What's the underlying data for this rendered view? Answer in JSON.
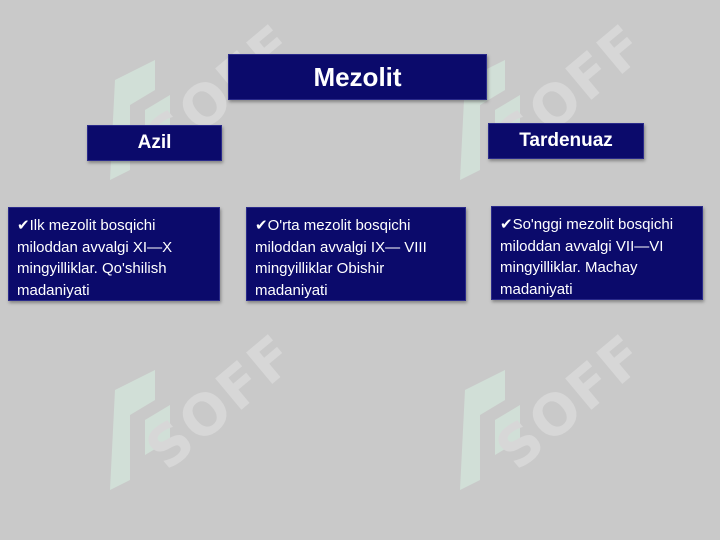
{
  "diagram": {
    "title": "Mezolit",
    "branches": [
      {
        "label": "Azil"
      },
      {
        "label": "Tardenuaz"
      }
    ],
    "stages": [
      {
        "text": "✔Ilk mezolit bosqichi miloddan avvalgi XI—X mingyilliklar. Qo'shilish madaniyati"
      },
      {
        "text": "✔O'rta mezolit bosqichi miloddan avvalgi IX— VIII mingyilliklar Obishir madaniyati"
      },
      {
        "text": "✔So'nggi mezolit bosqichi miloddan avvalgi VII—VI mingyilliklar. Machay madaniyati"
      }
    ]
  },
  "watermark": {
    "text": "SOFF",
    "color": "#e3e3e3",
    "logo_color": "#d9f2e4"
  },
  "colors": {
    "background": "#c9c9c9",
    "box": "#0b0a6b",
    "text": "#ffffff"
  }
}
